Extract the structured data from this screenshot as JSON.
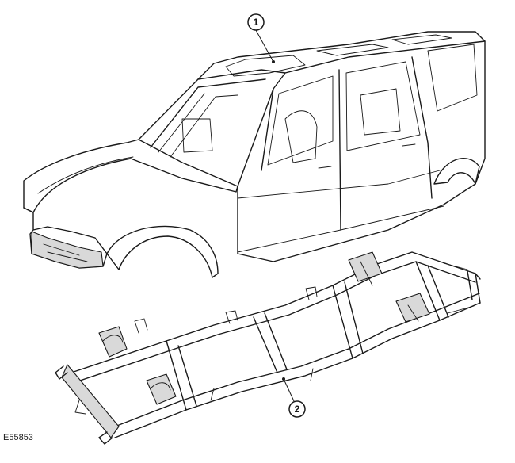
{
  "figure_ref": "E55853",
  "callouts": [
    {
      "number": "1",
      "part": "body-shell"
    },
    {
      "number": "2",
      "part": "chassis-frame"
    }
  ],
  "colors": {
    "ink": "#1a1a1a",
    "background": "#ffffff",
    "shade": "#d9d9d9"
  }
}
